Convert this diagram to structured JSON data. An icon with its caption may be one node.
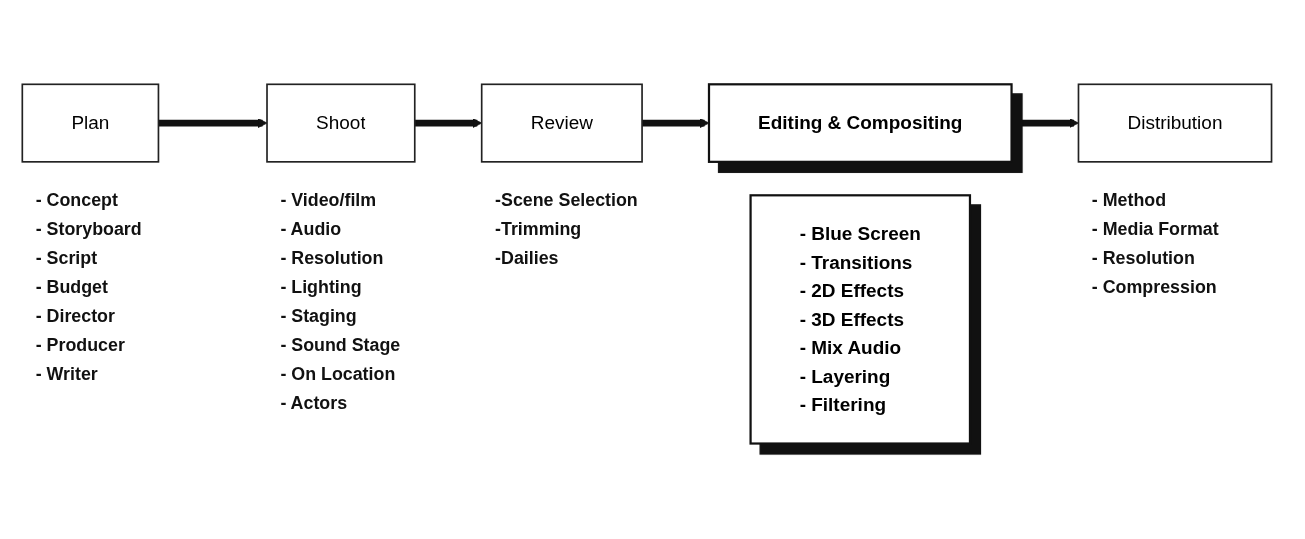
{
  "diagram": {
    "nodes": [
      {
        "text": [
          "Plan"
        ],
        "beside": [
          "- Concept",
          "- Storyboard",
          "- Script",
          "- Budget",
          "- Director",
          "- Producer",
          "- Writer"
        ]
      },
      {
        "text": [
          "Shoot"
        ],
        "beside": [
          "- Video/film",
          "- Audio",
          "- Resolution",
          "- Lighting",
          "- Staging",
          "- Sound Stage",
          "- On Location",
          "- Actors"
        ]
      },
      {
        "text": [
          "Review"
        ],
        "beside": [
          "-Scene Selection",
          "-Trimming",
          "-Dailies"
        ]
      },
      {
        "text": [
          "Editing & Compositing"
        ]
      },
      {
        "text": [
          "Distribution"
        ],
        "beside": [
          "- Method",
          "- Media Format",
          "- Resolution",
          "- Compression"
        ]
      },
      {
        "text": [
          "- Blue Screen",
          "- Transitions",
          "- 2D Effects",
          "- 3D Effects",
          "- Mix Audio",
          "- Layering",
          "- Filtering"
        ]
      }
    ],
    "edges": [
      {
        "from": 0,
        "to": 1,
        "arrow": "to"
      },
      {
        "from": 1,
        "to": 2,
        "arrow": "to"
      },
      {
        "from": 2,
        "to": 3,
        "arrow": "to"
      },
      {
        "from": 3,
        "to": 4,
        "arrow": "to"
      }
    ]
  }
}
